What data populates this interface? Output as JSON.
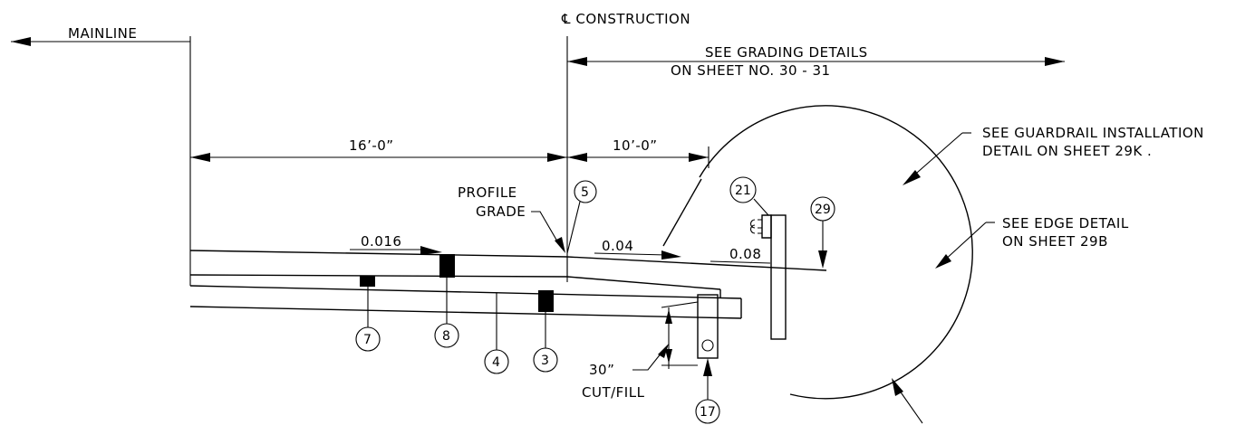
{
  "labels": {
    "mainline": "MAINLINE",
    "cl_construction": "℄ CONSTRUCTION",
    "grading_1": "SEE GRADING DETAILS",
    "grading_2": "ON SHEET NO.  30  -  31",
    "dim_left": "16’-0”",
    "dim_right": "10’-0”",
    "profile_1": "PROFILE",
    "profile_2": "GRADE",
    "slope_1": "0.016",
    "slope_2": "0.04",
    "slope_3": "0.08",
    "guardrail_1": "SEE GUARDRAIL INSTALLATION",
    "guardrail_2": "DETAIL ON SHEET  29K .",
    "edge_1": "SEE EDGE DETAIL",
    "edge_2": "ON SHEET 29B",
    "cutfill_1": "30”",
    "cutfill_2": "CUT/FILL"
  },
  "callouts": [
    "5",
    "21",
    "29",
    "7",
    "8",
    "4",
    "3",
    "17"
  ]
}
